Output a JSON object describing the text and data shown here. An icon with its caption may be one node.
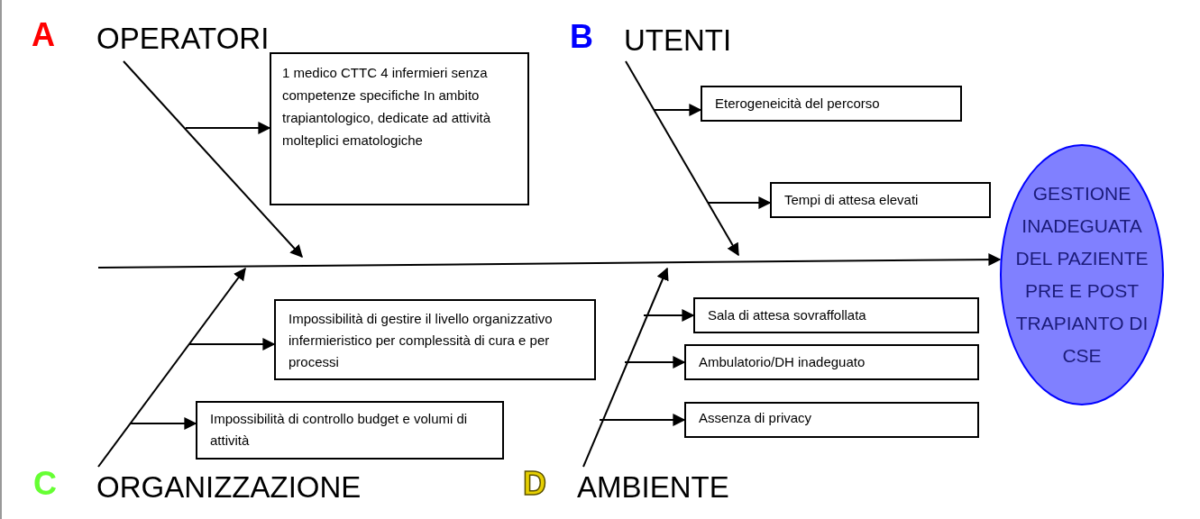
{
  "diagram": {
    "nodes": [
      {
        "text": [
          "OPERATORI"
        ],
        "beside": [
          "A"
        ]
      },
      {
        "text": [
          "1 medico CTTC 4 infermieri  senza competenze specifiche In ambito trapiantologico, dedicate ad attività molteplici ematologiche"
        ]
      },
      {
        "text": [
          "UTENTI"
        ],
        "beside": [
          "B"
        ]
      },
      {
        "text": [
          "Eterogeneicità del percorso"
        ]
      },
      {
        "text": [
          "Tempi di attesa elevati"
        ]
      },
      {
        "text": [
          "GESTIONE INADEGUATA DEL PAZIENTE PRE E POST TRAPIANTO DI CSE"
        ]
      },
      {
        "text": [
          "ORGANIZZAZIONE"
        ],
        "beside": [
          "C"
        ]
      },
      {
        "text": [
          "Impossibilità di gestire il livello organizzativo infermieristico per complessità di cura e per processi"
        ]
      },
      {
        "text": [
          "Impossibilità di controllo budget e volumi di attività"
        ]
      },
      {
        "text": [
          "AMBIENTE"
        ],
        "beside": [
          "D"
        ]
      },
      {
        "text": [
          "Sala di attesa sovraffollata"
        ]
      },
      {
        "text": [
          "Ambulatorio/DH inadeguato"
        ]
      },
      {
        "text": [
          "Assenza di privacy"
        ]
      }
    ],
    "edges": [
      {
        "from": 0,
        "to": null,
        "arrow": "to"
      },
      {
        "from": null,
        "to": 1,
        "arrow": "to"
      },
      {
        "from": 2,
        "to": null,
        "arrow": "to"
      },
      {
        "from": null,
        "to": 3,
        "arrow": "to"
      },
      {
        "from": null,
        "to": 4,
        "arrow": "to"
      },
      {
        "from": 6,
        "to": null,
        "arrow": "to"
      },
      {
        "from": null,
        "to": 7,
        "arrow": "to"
      },
      {
        "from": null,
        "to": 8,
        "arrow": "to"
      },
      {
        "from": 9,
        "to": null,
        "arrow": "to"
      },
      {
        "from": null,
        "to": 10,
        "arrow": "to"
      },
      {
        "from": null,
        "to": 11,
        "arrow": "to"
      },
      {
        "from": null,
        "to": 12,
        "arrow": "to"
      },
      {
        "from": null,
        "to": 5,
        "arrow": "to"
      }
    ]
  }
}
